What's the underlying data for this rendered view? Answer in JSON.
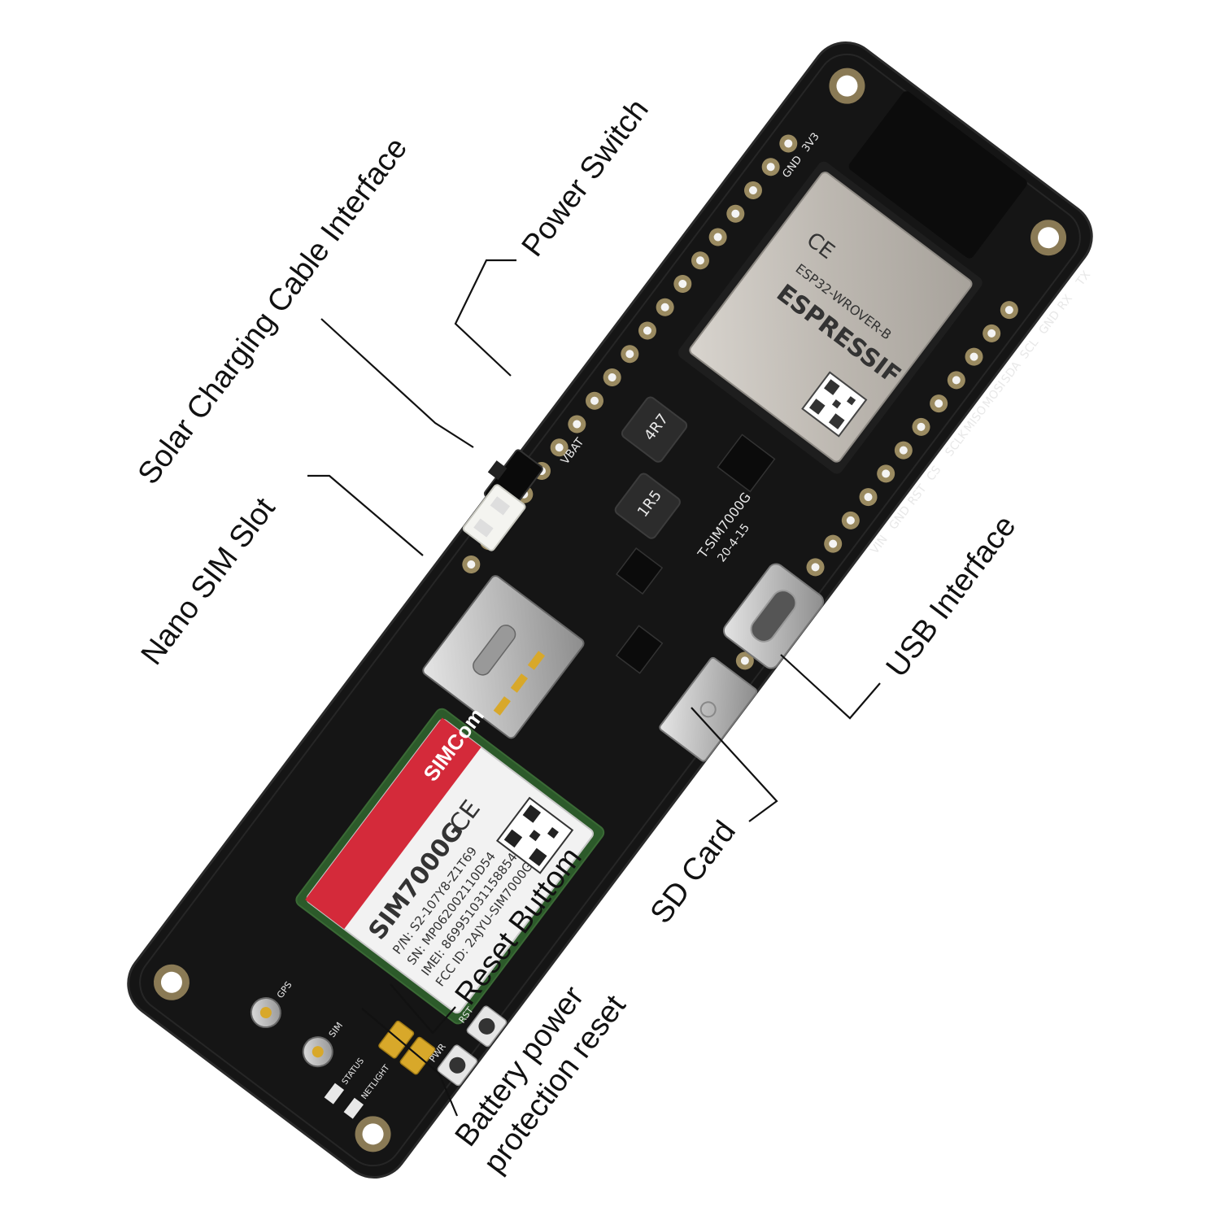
{
  "callouts": {
    "solar": "Solar Charging Cable Interface",
    "power_switch": "Power Switch",
    "nano_sim": "Nano SIM Slot",
    "usb": "USB Interface",
    "sd_card": "SD Card",
    "reset": "Reset Buttom",
    "battery_line1": "Battery power",
    "battery_line2": "protection reset"
  },
  "board": {
    "pins_top": [
      "3V3",
      "GND"
    ],
    "pins_right": [
      "TX",
      "RX",
      "GND",
      "SCL",
      "SDA",
      "MOSI",
      "MISO",
      "SCLK",
      "CS",
      "RST",
      "GND",
      "VIN"
    ],
    "vbat_label": "VBAT",
    "board_name": "T-SIM7000G",
    "board_date": "20-4-15",
    "inductor_1": "4R7",
    "inductor_2": "1R5",
    "bottom_labels": [
      "GPS",
      "SIM",
      "STATUS",
      "NETLIGHT",
      "PWR",
      "RST"
    ]
  },
  "esp32": {
    "brand": "ESPRESSIF",
    "model": "ESP32-WROVER-B",
    "ce": "CE"
  },
  "sim_module": {
    "model": "SIM7000G",
    "pn": "P/N: S2-107Y8-Z1T69",
    "sn": "SN: MP062002110D54",
    "imei": "IMEI: 869951031158854",
    "fcc": "FCC ID: 2AJYU-SIM7000G",
    "brand": "SIMCom",
    "ce": "CE"
  },
  "colors": {
    "pcb": "#151515",
    "module_shield": "#c4c0ba",
    "simcom_red": "#d42a3a",
    "connector_white": "#f4f4f0",
    "gold": "#d8a82a"
  }
}
